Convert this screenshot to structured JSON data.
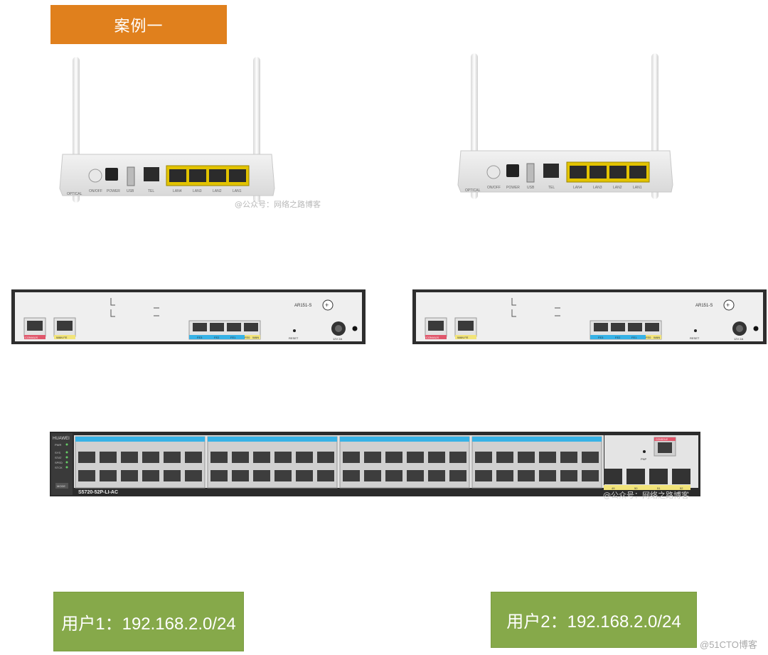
{
  "title": "案例一",
  "users": [
    {
      "label": "用户1：192.168.2.0/24"
    },
    {
      "label": "用户2：192.168.2.0/24"
    }
  ],
  "ont": {
    "port_labels": [
      "OPTICAL",
      "ON/OFF",
      "POWER",
      "USB",
      "TEL",
      "LAN4",
      "LAN3",
      "LAN2",
      "LAN1"
    ],
    "watermark": "@公众号：网络之路博客"
  },
  "router": {
    "model": "AR151-S",
    "console_label": "CON/AUX",
    "wan_fe_label": "WAN FE",
    "fe_labels": [
      "FE3",
      "FE2",
      "FE1",
      "FE0"
    ],
    "wan_label": "WAN",
    "reset_label": "RESET",
    "power_label": "12V 2A"
  },
  "switch": {
    "brand": "HUAWEI",
    "model": "S5720-52P-LI-AC",
    "leds": [
      "PWR",
      "SYS",
      "STAT",
      "SPED",
      "STCK"
    ],
    "mode_label": "MODE",
    "console_label": "CONSOLE",
    "pnp_label": "PNP",
    "sfp_labels": [
      "49",
      "50",
      "51",
      "52"
    ],
    "watermark": "@公众号：网络之路博客"
  },
  "site_watermark": "@51CTO博客"
}
